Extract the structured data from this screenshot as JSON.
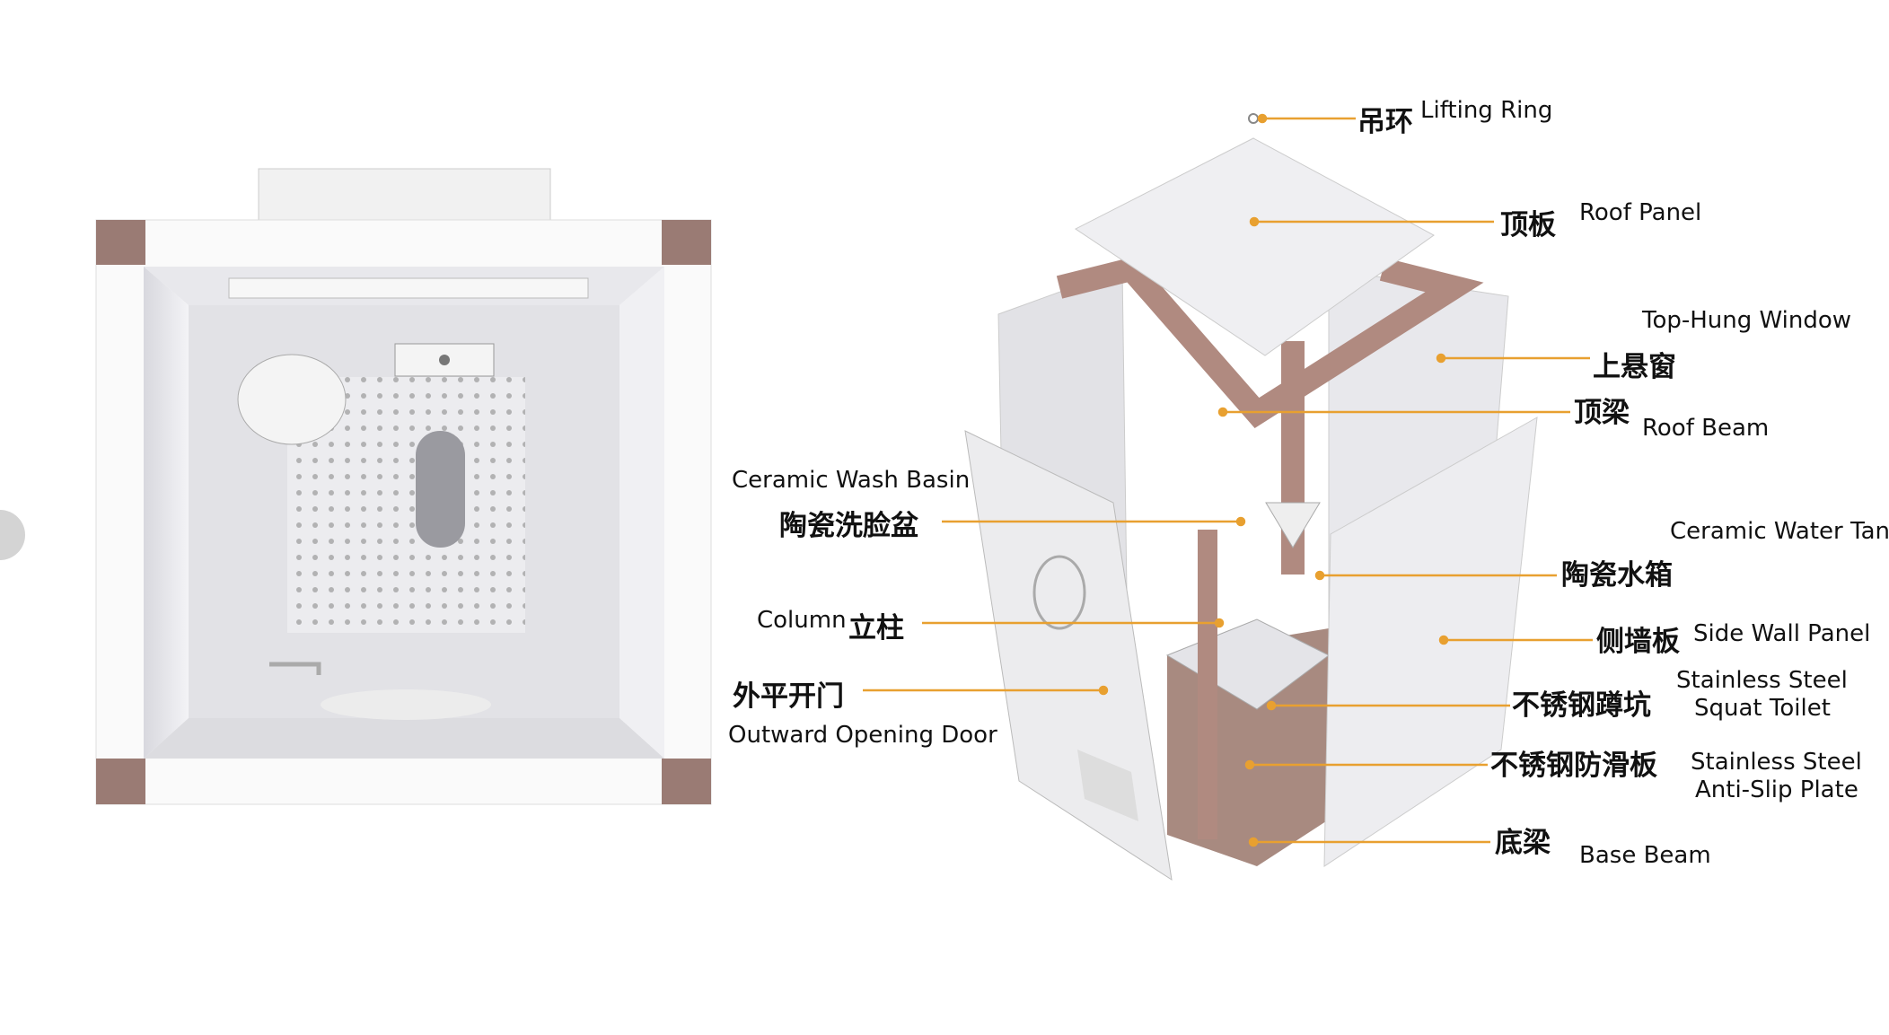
{
  "labels": {
    "lifting_ring": {
      "zh": "吊环",
      "en": "Lifting Ring"
    },
    "roof_panel": {
      "zh": "顶板",
      "en": "Roof Panel"
    },
    "top_hung_window": {
      "zh": "上悬窗",
      "en": "Top-Hung Window"
    },
    "roof_beam": {
      "zh": "顶梁",
      "en": "Roof Beam"
    },
    "wash_basin": {
      "zh": "陶瓷洗脸盆",
      "en": "Ceramic Wash Basin"
    },
    "water_tank": {
      "zh": "陶瓷水箱",
      "en": "Ceramic Water Tank"
    },
    "column": {
      "zh": "立柱",
      "en": "Column"
    },
    "side_wall": {
      "zh": "侧墙板",
      "en": "Side Wall Panel"
    },
    "door": {
      "zh": "外平开门",
      "en": "Outward Opening Door"
    },
    "squat_toilet": {
      "zh": "不锈钢蹲坑",
      "en1": "Stainless Steel",
      "en2": "Squat Toilet"
    },
    "anti_slip": {
      "zh": "不锈钢防滑板",
      "en1": "Stainless Steel",
      "en2": "Anti-Slip Plate"
    },
    "base_beam": {
      "zh": "底梁",
      "en": "Base Beam"
    }
  },
  "colors": {
    "leader": "#e8a030",
    "beam": "#b08a80",
    "panel": "#e6e6ea"
  }
}
